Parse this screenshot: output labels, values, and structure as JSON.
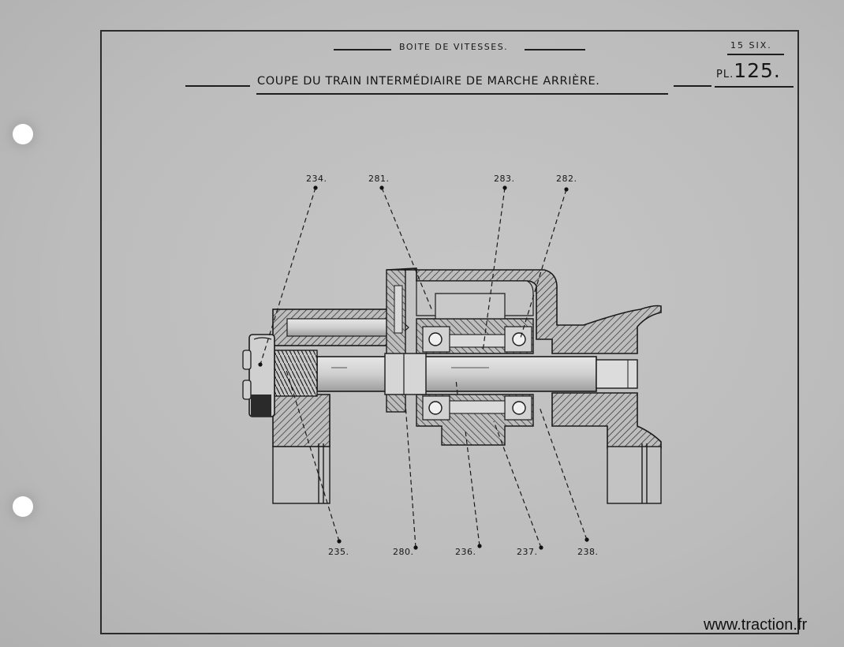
{
  "header": {
    "section_label": "BOITE DE VITESSES.",
    "title": "COUPE DU TRAIN INTERMÉDIAIRE DE MARCHE ARRIÈRE.",
    "plate_ref": "15 SIX.",
    "plate_prefix": "PL.",
    "plate_number": "125."
  },
  "callouts": {
    "top": [
      "234.",
      "281.",
      "283.",
      "282."
    ],
    "bottom": [
      "235.",
      "280.",
      "236.",
      "237.",
      "238."
    ]
  },
  "watermark": "www.traction.fr",
  "colors": {
    "paper": "#c0c0c0",
    "ink": "#1a1a1a",
    "frame": "#2b2b2b"
  }
}
